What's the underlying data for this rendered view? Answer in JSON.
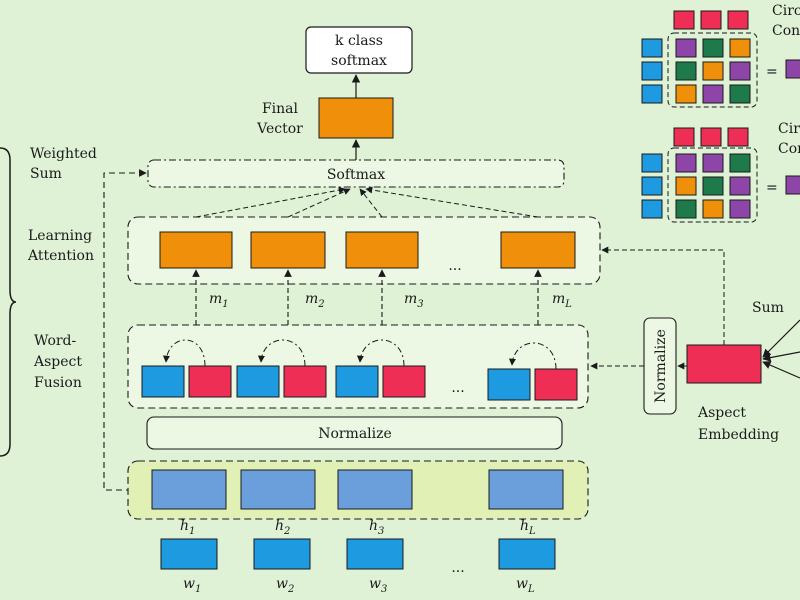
{
  "labels": {
    "k_class_softmax_line1": "k class",
    "k_class_softmax_line2": "softmax",
    "final_vector_line1": "Final",
    "final_vector_line2": "Vector",
    "softmax": "Softmax",
    "normalize_main": "Normalize",
    "normalize_side": "Normalize",
    "weighted_sum_line1": "Weighted",
    "weighted_sum_line2": "Sum",
    "learning_attention_line1": "Learning",
    "learning_attention_line2": "Attention",
    "word_aspect_fusion_line1": "Word-",
    "word_aspect_fusion_line2": "Aspect",
    "word_aspect_fusion_line3": "Fusion",
    "sum": "Sum",
    "aspect_embedding_line1": "Aspect",
    "aspect_embedding_line2": "Embedding",
    "circ_top_line1": "Circ",
    "circ_top_line2": "Con",
    "circ_bottom_line1": "Circ",
    "circ_bottom_line2": "Con",
    "equals": "=",
    "ellipsis": "..."
  },
  "attention_outputs": [
    {
      "base": "m",
      "sub": "1"
    },
    {
      "base": "m",
      "sub": "2"
    },
    {
      "base": "m",
      "sub": "3"
    },
    {
      "base": "m",
      "sub": "L"
    }
  ],
  "hidden_states": [
    {
      "base": "h",
      "sub": "1"
    },
    {
      "base": "h",
      "sub": "2"
    },
    {
      "base": "h",
      "sub": "3"
    },
    {
      "base": "h",
      "sub": "L"
    }
  ],
  "words": [
    {
      "base": "w",
      "sub": "1"
    },
    {
      "base": "w",
      "sub": "2"
    },
    {
      "base": "w",
      "sub": "3"
    },
    {
      "base": "w",
      "sub": "L"
    }
  ],
  "colors": {
    "background": "#dff2d6",
    "orange": "#f0900a",
    "blue": "#1e9be0",
    "red": "#ee2e55",
    "hidden_blue": "#6b9fdc",
    "panel": "#ecf8e3",
    "hidden_panel": "#e1f0b5",
    "purple": "#8e45a8",
    "green": "#1e7a4a",
    "line": "#1a1a1a"
  }
}
